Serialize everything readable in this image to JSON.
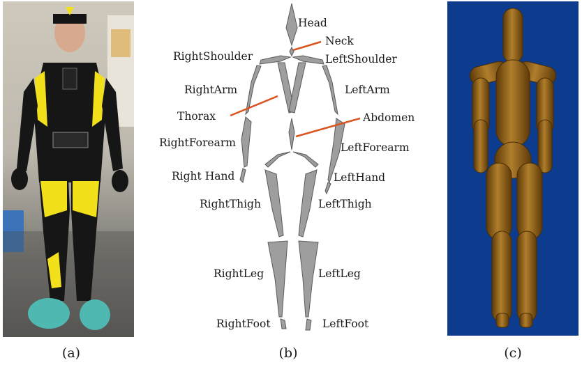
{
  "captions": {
    "a": "(a)",
    "b": "(b)",
    "c": "(c)"
  },
  "skeleton_labels": {
    "head": "Head",
    "neck": "Neck",
    "right_shoulder": "RightShoulder",
    "left_shoulder": "LeftShoulder",
    "right_arm": "RightArm",
    "left_arm": "LeftArm",
    "thorax": "Thorax",
    "abdomen": "Abdomen",
    "right_forearm": "RightForearm",
    "left_forearm": "LeftForearm",
    "right_hand": "Right Hand",
    "left_hand": "LeftHand",
    "right_thigh": "RightThigh",
    "left_thigh": "LeftThigh",
    "right_leg": "RightLeg",
    "left_leg": "LeftLeg",
    "right_foot": "RightFoot",
    "left_foot": "LeftFoot"
  },
  "colors": {
    "bone_fill": "#9e9e9e",
    "bone_stroke": "#5a5a5a",
    "leader_line": "#d9541e",
    "mannequin_body": "#8a5a12",
    "mannequin_background": "#0d3c8e",
    "suit_black": "#161616",
    "suit_yellow": "#f2e11a",
    "shoe_covers": "#4fb8b0"
  }
}
